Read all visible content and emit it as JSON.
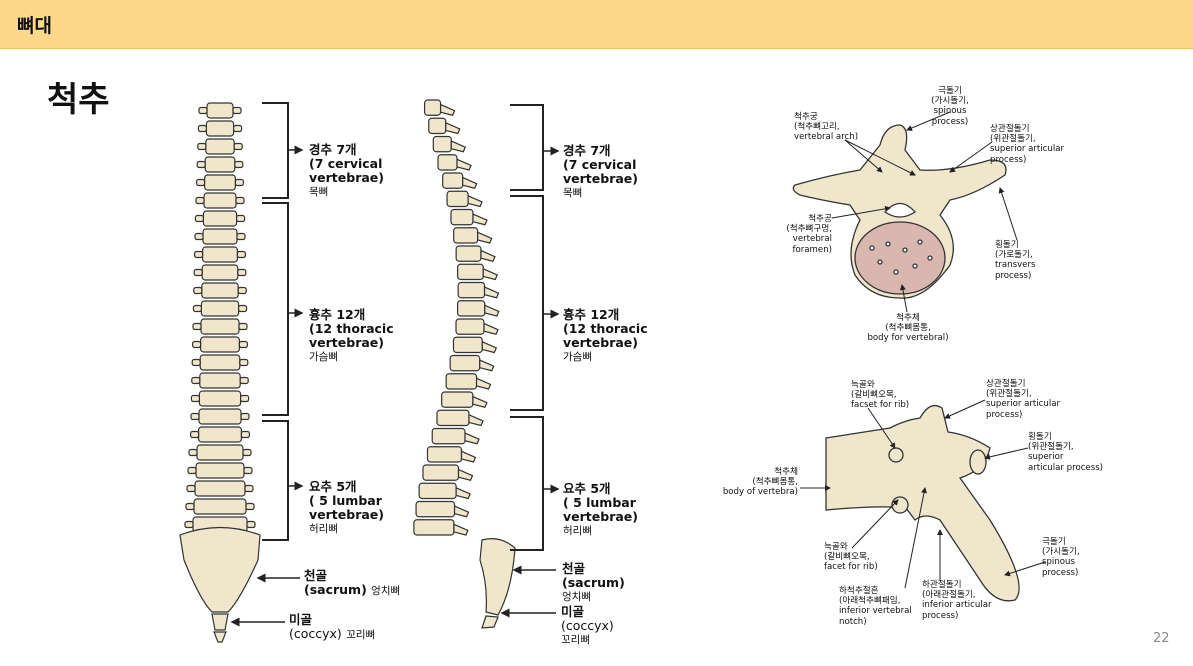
{
  "header": {
    "title": "뼈대"
  },
  "page": {
    "title": "척추",
    "number": "22"
  },
  "front_spine": {
    "cervical": [
      "경추 7개",
      "(7 cervical",
      "vertebrae)",
      "목뼈"
    ],
    "thoracic": [
      "흉추 12개",
      "(12 thoracic",
      "vertebrae)",
      "가슴뼈"
    ],
    "lumbar": [
      "요추 5개",
      "( 5 lumbar",
      "vertebrae)",
      "허리뼈"
    ],
    "sacrum": [
      "천골",
      "(sacrum)",
      "엉치뼈"
    ],
    "coccyx": [
      "미골",
      "(coccyx)",
      "꼬리뼈"
    ]
  },
  "side_spine": {
    "cervical": [
      "경추 7개",
      "(7 cervical",
      "vertebrae)",
      "목뼈"
    ],
    "thoracic": [
      "흉추 12개",
      "(12 thoracic",
      "vertebrae)",
      "가슴뼈"
    ],
    "lumbar": [
      "요추 5개",
      "( 5 lumbar",
      "vertebrae)",
      "허리뼈"
    ],
    "sacrum": [
      "천골",
      "(sacrum)",
      "엉치뼈"
    ],
    "coccyx": [
      "미골",
      "(coccyx)",
      "꼬리뼈"
    ]
  },
  "vertebra_top": {
    "spinous": [
      "극돌기",
      "(가시돌기,",
      "spinous",
      "process)"
    ],
    "arch": [
      "척추궁",
      "(척추뼈고리,",
      "vertebral arch)"
    ],
    "superior_articular": [
      "상관절돌기",
      "(위관절돌기,",
      "superior articular",
      "process)"
    ],
    "foramen": [
      "척추공",
      "(척추뼈구멍,",
      "vertebral",
      "foramen)"
    ],
    "transverse": [
      "횡돌기",
      "(가로돌기,",
      "transvers",
      "process)"
    ],
    "body": [
      "척추체",
      "(척추뼈몸통,",
      "body for vertebral)"
    ]
  },
  "vertebra_side": {
    "facet_rib_top": [
      "늑골와",
      "(갈비뼈오목,",
      "facset for rib)"
    ],
    "superior_articular": [
      "상관절돌기",
      "(위관절돌기,",
      "superior articular",
      "process)"
    ],
    "transverse": [
      "횡돌기",
      "(위관절돌기,",
      "superior",
      "articular process)"
    ],
    "body": [
      "척추체",
      "(척추뼈몸통,",
      "body of vertebra)"
    ],
    "facet_rib_bottom": [
      "늑골와",
      "(갈비뼈오목,",
      "facet for rib)"
    ],
    "spinous": [
      "극돌기",
      "(가시돌기,",
      "spinous",
      "process)"
    ],
    "inferior_notch": [
      "하척추절흔",
      "(아래척추뼈패임,",
      "inferior vertebral",
      "notch)"
    ],
    "inferior_articular": [
      "하관절돌기",
      "(아래관절돌기,",
      "inferior articular",
      "process)"
    ]
  },
  "colors": {
    "header_bg": "#fbd88a",
    "bone": "#efe6cc",
    "body_fill": "#d8b7b1",
    "outline": "#333333"
  }
}
